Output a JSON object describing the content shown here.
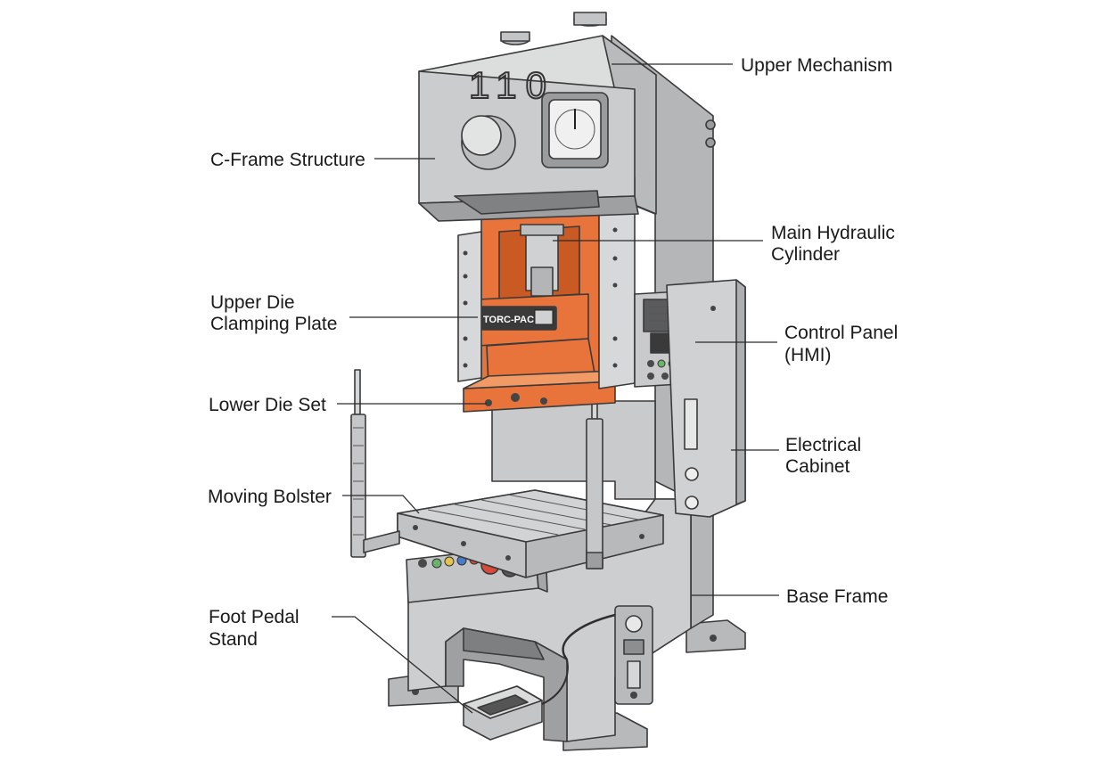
{
  "machine": {
    "frame_number": "110",
    "brand_plate": "TORC-PAC"
  },
  "labels": {
    "upper_mechanism": [
      "Upper Mechanism"
    ],
    "c_frame_structure": [
      "C-Frame Structure"
    ],
    "main_hydraulic_cylinder": [
      "Main Hydraulic",
      "Cylinder"
    ],
    "upper_die_clamping_plate": [
      "Upper Die",
      "Clamping Plate"
    ],
    "control_panel_hmi": [
      "Control Panel",
      "(HMI)"
    ],
    "lower_die_set": [
      "Lower Die Set"
    ],
    "electrical_cabinet": [
      "Electrical",
      "Cabinet"
    ],
    "moving_bolster": [
      "Moving Bolster"
    ],
    "base_frame": [
      "Base Frame"
    ],
    "foot_pedal_stand": [
      "Foot Pedal",
      "Stand"
    ]
  },
  "colors": {
    "frame_grey": "#c9cacb",
    "frame_light": "#dcdddd",
    "frame_dark": "#a9aaab",
    "die_orange": "#e8743b",
    "die_orange_dark": "#c95a24",
    "outline": "#3a3a3a",
    "button_red": "#d94a3a",
    "button_green": "#6bb36b",
    "button_yellow": "#e3c44a",
    "button_blue": "#4a7bc9"
  }
}
